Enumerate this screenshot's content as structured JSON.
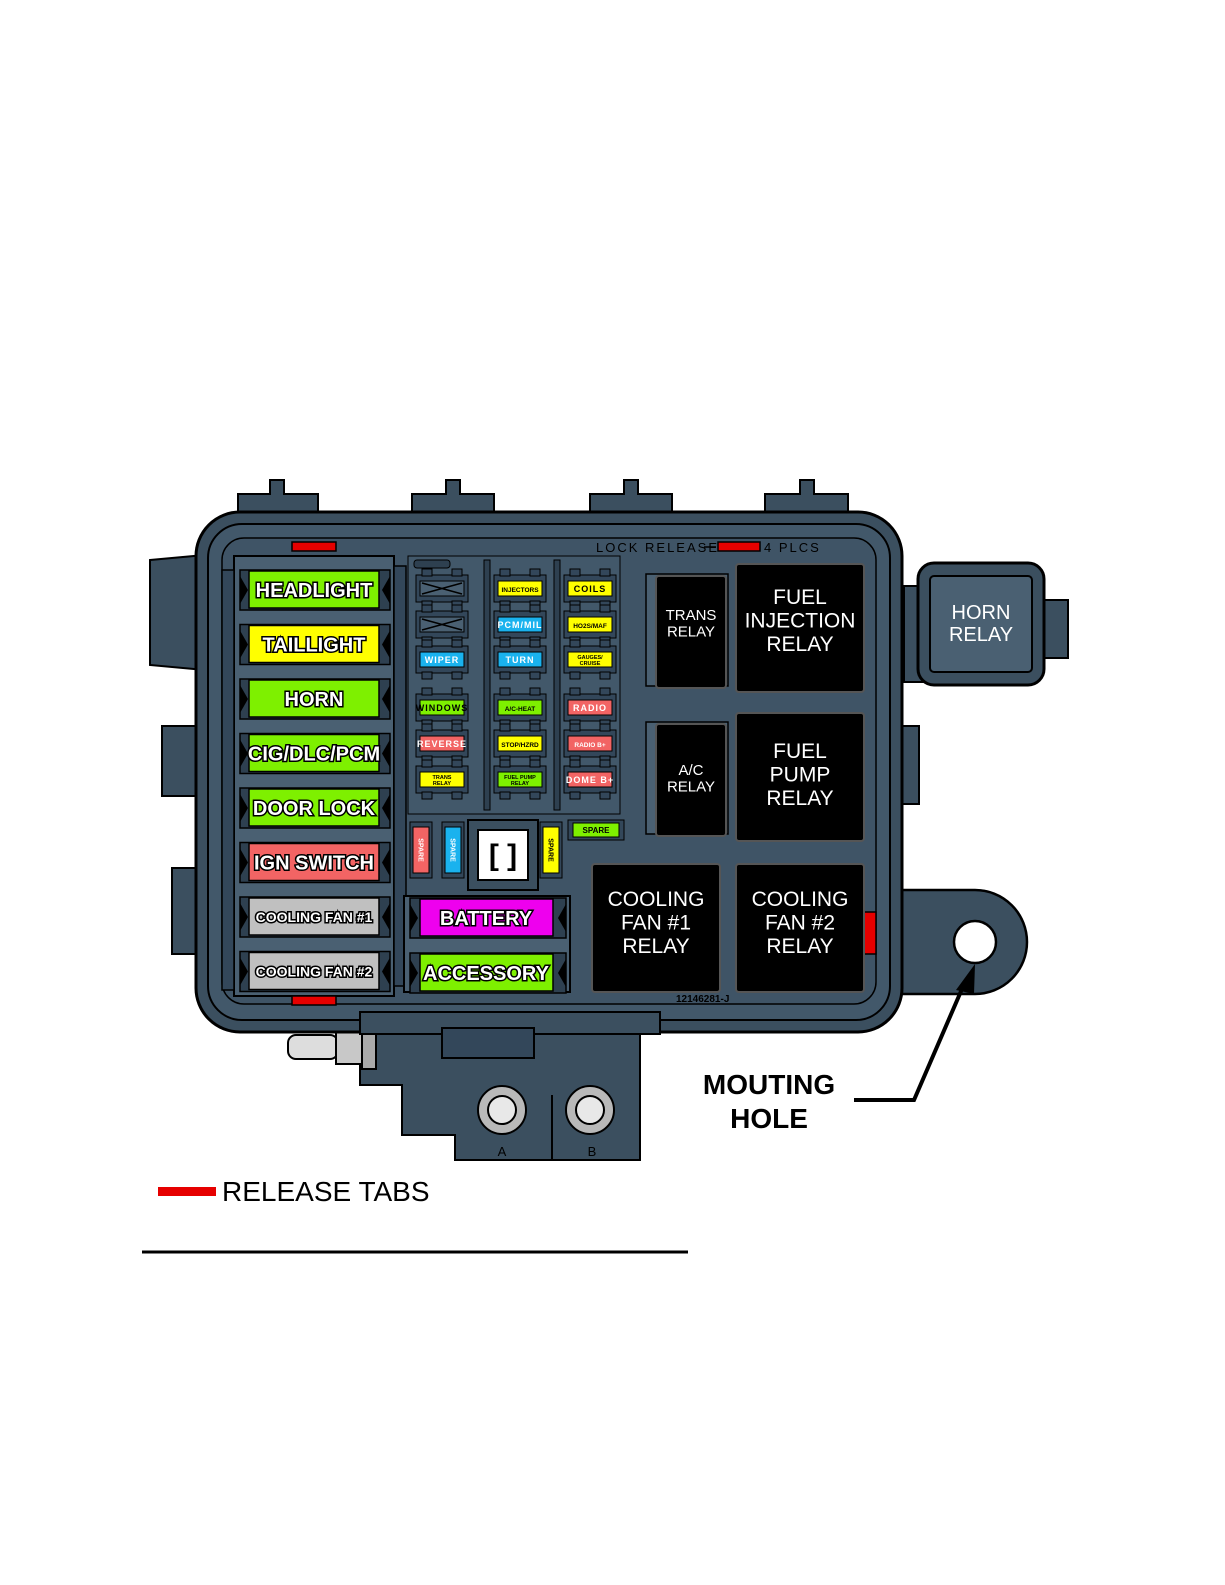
{
  "colors": {
    "housing": "#3b4f5f",
    "housing_light": "#4f6577",
    "panel": "#42586a",
    "relay": "#000000",
    "green": "#7ef000",
    "yellow": "#ffff00",
    "red": "#f26464",
    "gray": "#c0c0c0",
    "magenta": "#ee00ee",
    "blue": "#1ab2ee",
    "release_tab": "#e60000"
  },
  "maxi_fuses_left": [
    {
      "label": "HEADLIGHT",
      "color": "green"
    },
    {
      "label": "TAILLIGHT",
      "color": "yellow"
    },
    {
      "label": "HORN",
      "color": "green"
    },
    {
      "label": "CIG/DLC/PCM",
      "color": "green"
    },
    {
      "label": "DOOR LOCK",
      "color": "green"
    },
    {
      "label": "IGN SWITCH",
      "color": "red"
    },
    {
      "label": "COOLING FAN #1",
      "color": "gray"
    },
    {
      "label": "COOLING FAN #2",
      "color": "gray"
    }
  ],
  "maxi_fuses_center": [
    {
      "label": "BATTERY",
      "color": "magenta"
    },
    {
      "label": "ACCESSORY",
      "color": "green"
    }
  ],
  "mini_fuses": {
    "col1": [
      {
        "label": "",
        "color": "none"
      },
      {
        "label": "",
        "color": "none"
      },
      {
        "label": "WIPER",
        "color": "blue"
      },
      {
        "label": "WINDOWS",
        "color": "green"
      },
      {
        "label": "REVERSE",
        "color": "red"
      },
      {
        "label": "TRANS RELAY",
        "color": "yellow"
      }
    ],
    "col2": [
      {
        "label": "INJECTORS",
        "color": "yellow"
      },
      {
        "label": "PCM/MIL",
        "color": "blue"
      },
      {
        "label": "TURN",
        "color": "blue"
      },
      {
        "label": "A/C-HEAT",
        "color": "green"
      },
      {
        "label": "STOP/HZRD",
        "color": "yellow"
      },
      {
        "label": "FUEL PUMP RELAY",
        "color": "green"
      }
    ],
    "col3": [
      {
        "label": "COILS",
        "color": "yellow"
      },
      {
        "label": "HO2S/MAF",
        "color": "yellow"
      },
      {
        "label": "GAUGES/ CRUISE",
        "color": "yellow"
      },
      {
        "label": "RADIO",
        "color": "red"
      },
      {
        "label": "RADIO B+",
        "color": "red"
      },
      {
        "label": "DOME B+",
        "color": "red"
      }
    ]
  },
  "vertical_spares": [
    {
      "label": "SPARE",
      "color": "red"
    },
    {
      "label": "SPARE",
      "color": "blue"
    },
    {
      "label": "SPARE",
      "color": "yellow"
    }
  ],
  "horizontal_spare": {
    "label": "SPARE",
    "color": "green"
  },
  "relays": {
    "trans": "TRANS RELAY",
    "ac": "A/C RELAY",
    "fuel_injection": "FUEL INJECTION RELAY",
    "fuel_pump": "FUEL PUMP RELAY",
    "cooling_fan_1": "COOLING FAN #1 RELAY",
    "cooling_fan_2": "COOLING FAN #2 RELAY",
    "horn": "HORN RELAY"
  },
  "lock_release_text": "LOCK RELEASE",
  "plcs_text": "4 PLCS",
  "part_number": "12146281-J",
  "terminal_a": "A",
  "terminal_b": "B",
  "diode_symbol": "[‍]",
  "legend_label": "RELEASE TABS",
  "callout_line1": "MOUTING",
  "callout_line2": "HOLE"
}
